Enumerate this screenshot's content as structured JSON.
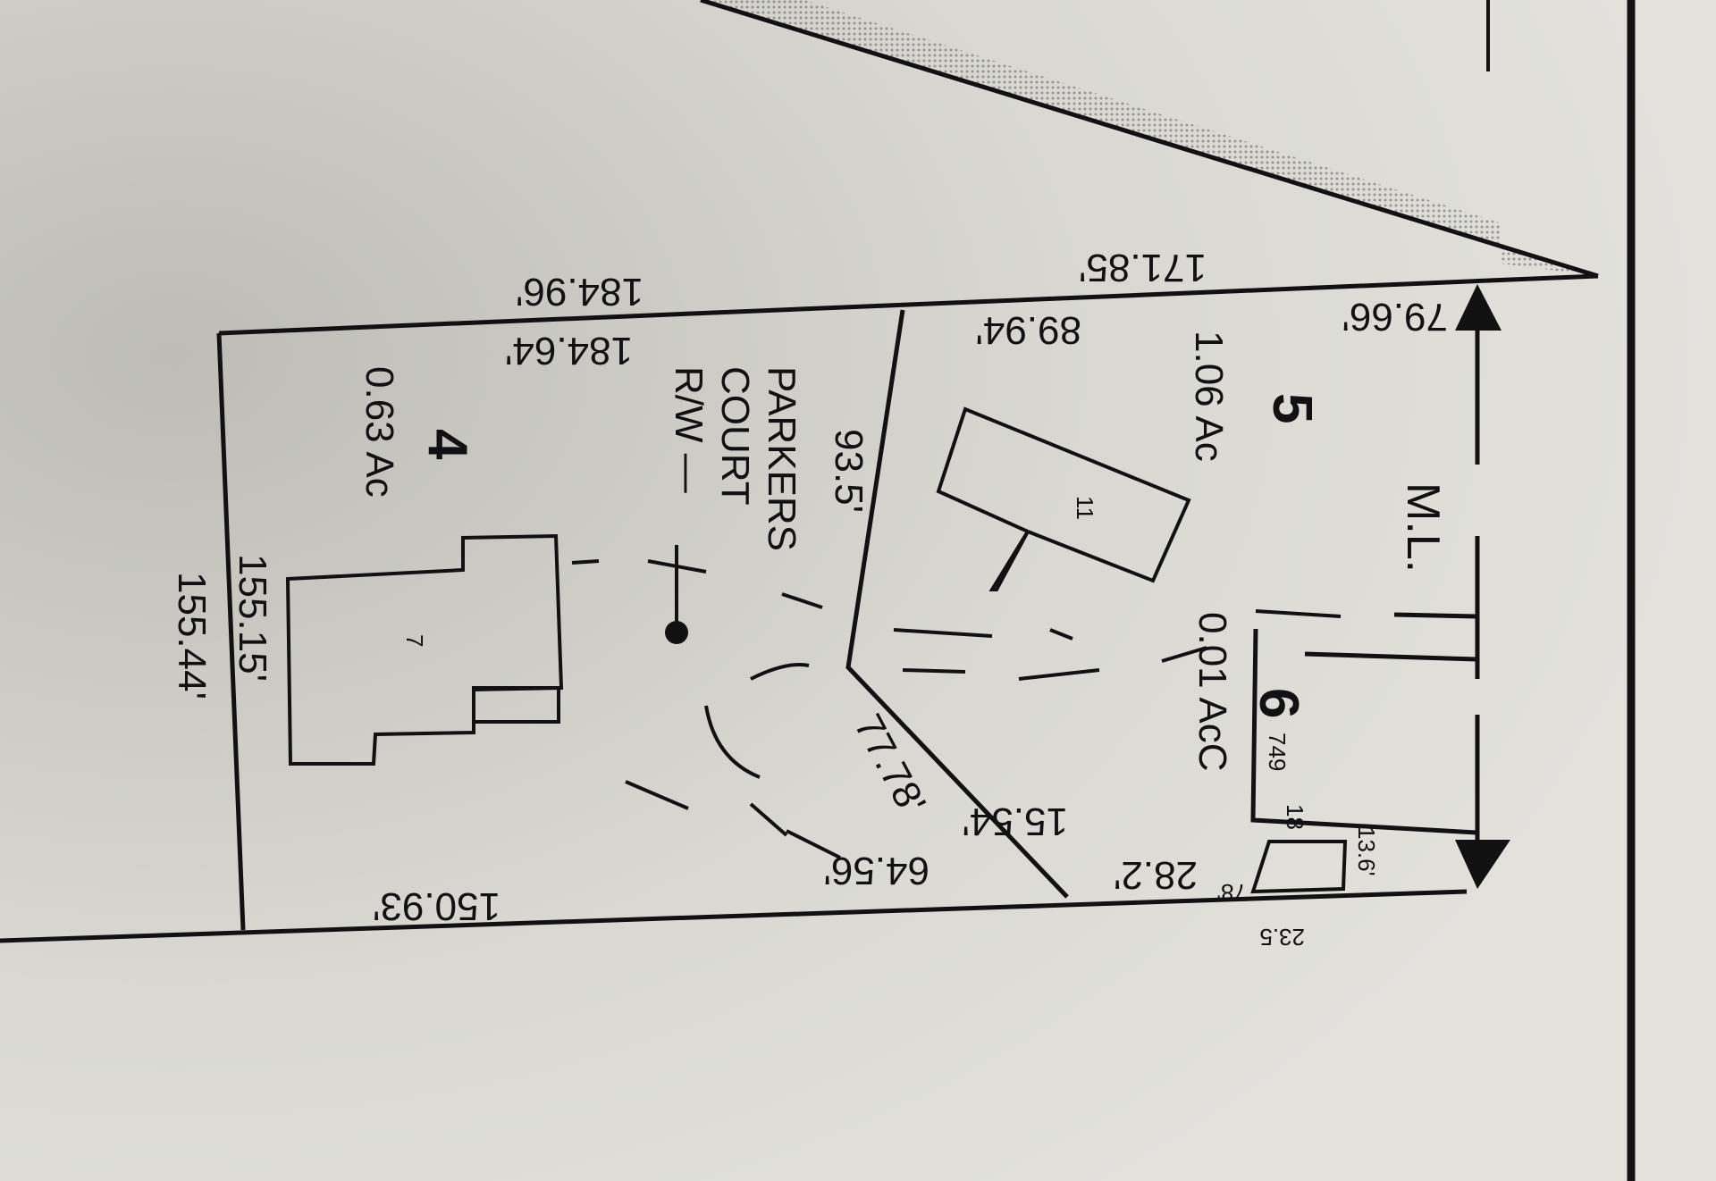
{
  "map": {
    "colors": {
      "paper": "#d9d8d2",
      "ink": "#111111",
      "stipple": "#8a8a86"
    },
    "boundary_labels": {
      "top_outer": "184.96'",
      "top_inner": "184.64'",
      "top_right": "171.85'",
      "lot5_top": "89.94'",
      "lot5_corner": "79.66'",
      "row_width": "93.5'",
      "diag_lower": "77.78'",
      "bottom_mid": "64.56'",
      "bottom_left": "150.93'",
      "left_outer": "155.44'",
      "left_inner": "155.15'",
      "lot6_side": "15.54'",
      "lot6_bottom": "28.2'",
      "small_a": "13.6'",
      "small_b": "78'",
      "small_c": "23.5",
      "small_d": "18",
      "small_e": "749"
    },
    "lots": [
      {
        "number": "4",
        "area": "0.63 Ac",
        "house": "7"
      },
      {
        "number": "5",
        "area": "1.06 Ac",
        "house": "11"
      },
      {
        "number": "6",
        "area": "0.01 AcC"
      }
    ],
    "road": {
      "line1": "PARKERS",
      "line2": "COURT",
      "line3": "R/W —"
    },
    "marker": "M.L."
  }
}
